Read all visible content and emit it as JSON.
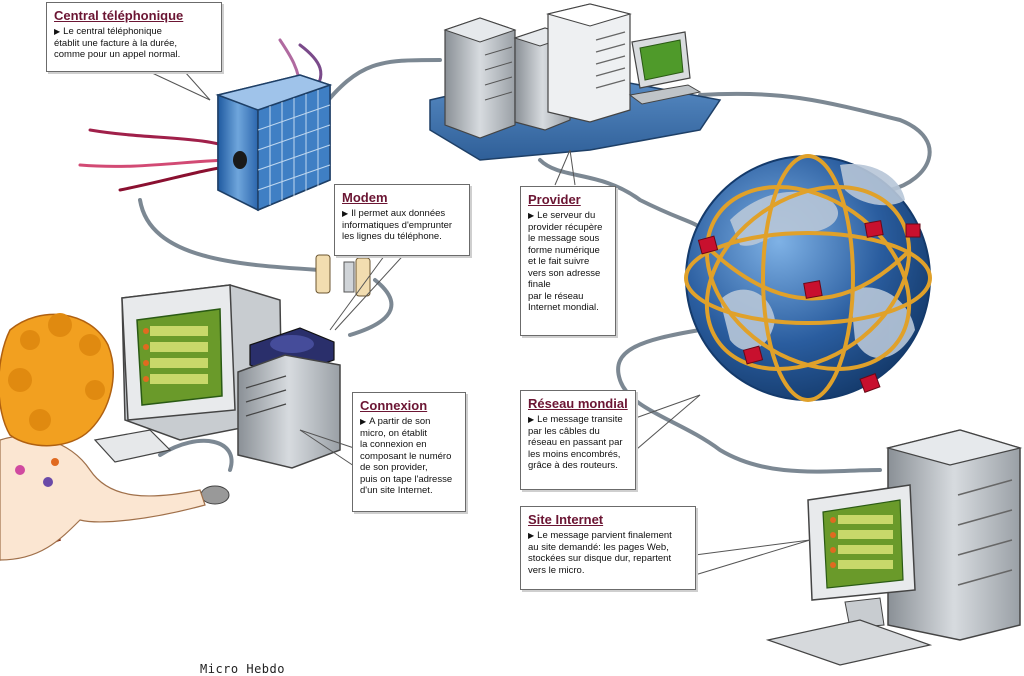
{
  "callouts": {
    "central": {
      "title": "Central téléphonique",
      "lines": [
        "Le central téléphonique",
        "établit une facture à la durée,",
        "comme pour un appel normal."
      ]
    },
    "modem": {
      "title": "Modem",
      "lines": [
        "Il permet aux données",
        "informatiques d'emprunter",
        "les lignes du téléphone."
      ]
    },
    "provider": {
      "title": "Provider",
      "lines": [
        "Le serveur du",
        "provider récupère",
        "le message sous",
        "forme numérique",
        "et le fait suivre",
        "vers son adresse",
        "finale",
        "par le réseau",
        "Internet mondial."
      ]
    },
    "connexion": {
      "title": "Connexion",
      "lines": [
        "A partir de son",
        "micro, on établit",
        "la connexion en",
        "composant le numéro",
        "de son provider,",
        "puis on tape l'adresse",
        "d'un site Internet."
      ]
    },
    "reseau": {
      "title": "Réseau mondial",
      "lines": [
        "Le message transite",
        "par les câbles du",
        "réseau en passant par",
        "les moins encombrés,",
        "grâce à des routeurs."
      ]
    },
    "site": {
      "title": "Site Internet",
      "lines": [
        "Le message parvient finalement",
        "au site demandé: les pages Web,",
        "stockées sur disque dur, repartent",
        "vers le micro."
      ]
    }
  },
  "credit": "Micro Hebdo",
  "colors": {
    "title": "#6b1533",
    "cable": "#6f7f8c",
    "globe_ocean": "#2a5d9f",
    "globe_land": "#b7c6d8",
    "router": "#c8102e",
    "ring": "#e0a12a",
    "screen_green": "#4f9a2a",
    "building_blue": "#3f7fc4",
    "server_grey": "#b9bec3"
  }
}
